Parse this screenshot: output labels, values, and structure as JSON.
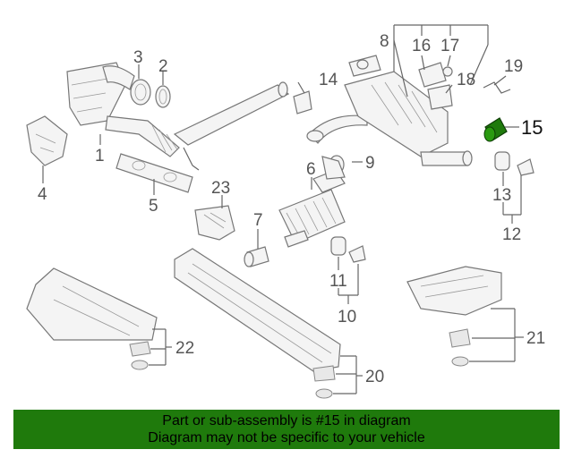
{
  "callouts": {
    "c1": "1",
    "c2": "2",
    "c3": "3",
    "c4": "4",
    "c5": "5",
    "c6": "6",
    "c7": "7",
    "c8": "8",
    "c9": "9",
    "c10": "10",
    "c11": "11",
    "c12": "12",
    "c13": "13",
    "c14": "14",
    "c15": "15",
    "c16": "16",
    "c17": "17",
    "c18": "18",
    "c19": "19",
    "c20": "20",
    "c21": "21",
    "c22": "22",
    "c23": "23"
  },
  "highlight_color": "#1f7a0c",
  "banner": {
    "line1": "Part or sub-assembly is #15 in diagram",
    "line2": "Diagram may not be specific to your vehicle"
  }
}
